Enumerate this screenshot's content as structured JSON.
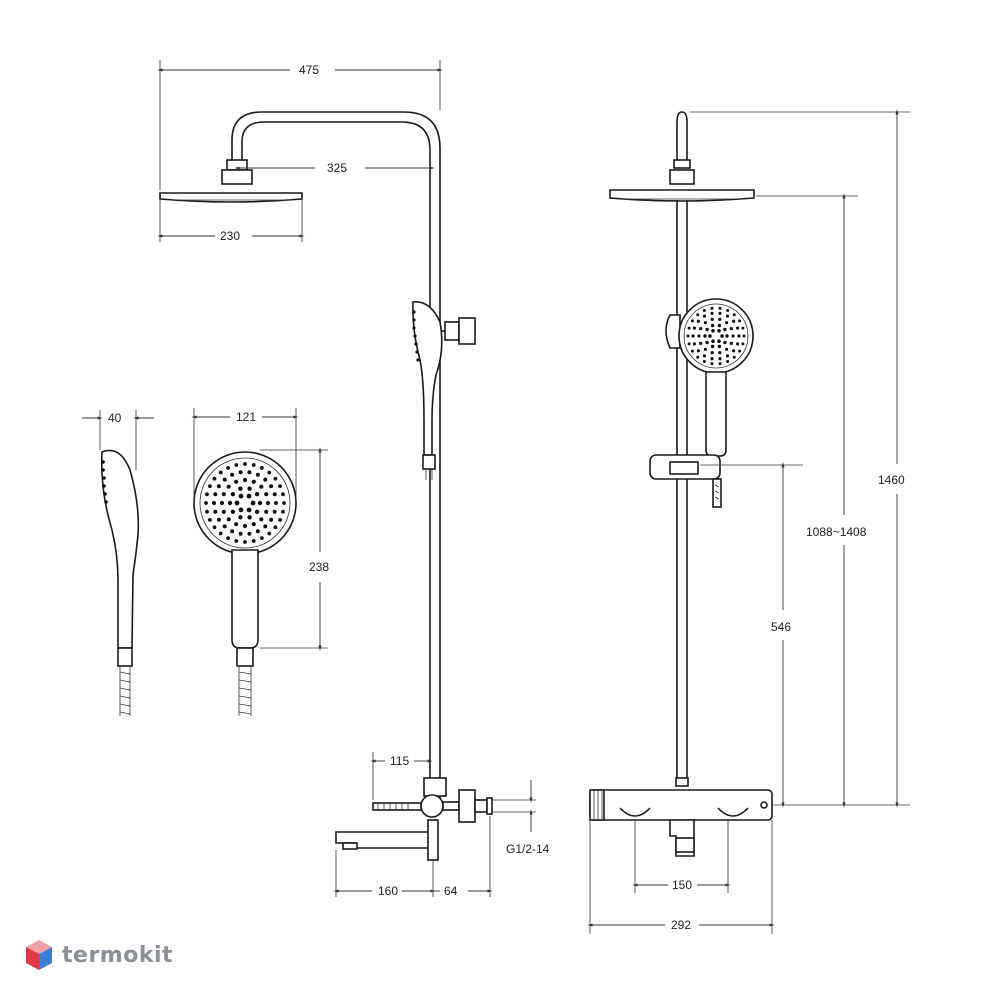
{
  "dimensions": {
    "d475": "475",
    "d325": "325",
    "d230": "230",
    "d40": "40",
    "d121": "121",
    "d238": "238",
    "d115": "115",
    "d160": "160",
    "d64": "64",
    "thread": "G1/2-14",
    "d1460": "1460",
    "d1088": "1088~1408",
    "d546": "546",
    "d150": "150",
    "d292": "292"
  },
  "brand": {
    "name": "termokit",
    "logo_icon": "cube-logo-icon",
    "colors": {
      "top": "#f0a0a8",
      "left": "#e03a4a",
      "right": "#3b7fd6",
      "text": "#8a9097"
    }
  },
  "line_color": "#1a1a1a"
}
